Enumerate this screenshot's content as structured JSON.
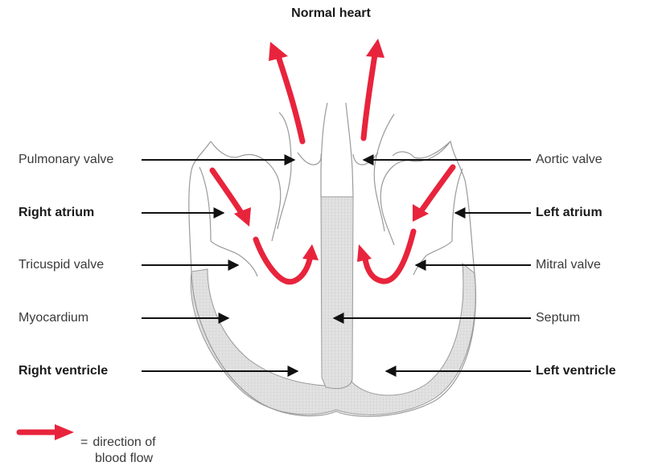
{
  "title": "Normal heart",
  "labels": {
    "pulmonary_valve": "Pulmonary valve",
    "right_atrium": "Right atrium",
    "tricuspid_valve": "Tricuspid valve",
    "myocardium": "Myocardium",
    "right_ventricle": "Right ventricle",
    "aortic_valve": "Aortic valve",
    "left_atrium": "Left atrium",
    "mitral_valve": "Mitral valve",
    "septum": "Septum",
    "left_ventricle": "Left ventricle"
  },
  "legend": {
    "equals": "=",
    "line1": "direction of",
    "line2": "blood flow"
  },
  "colors": {
    "flow_arrow": "#e8243c",
    "pointer_arrow": "#111111",
    "outline": "#9a9a9a",
    "muscle_fill": "#dcdcdc"
  }
}
